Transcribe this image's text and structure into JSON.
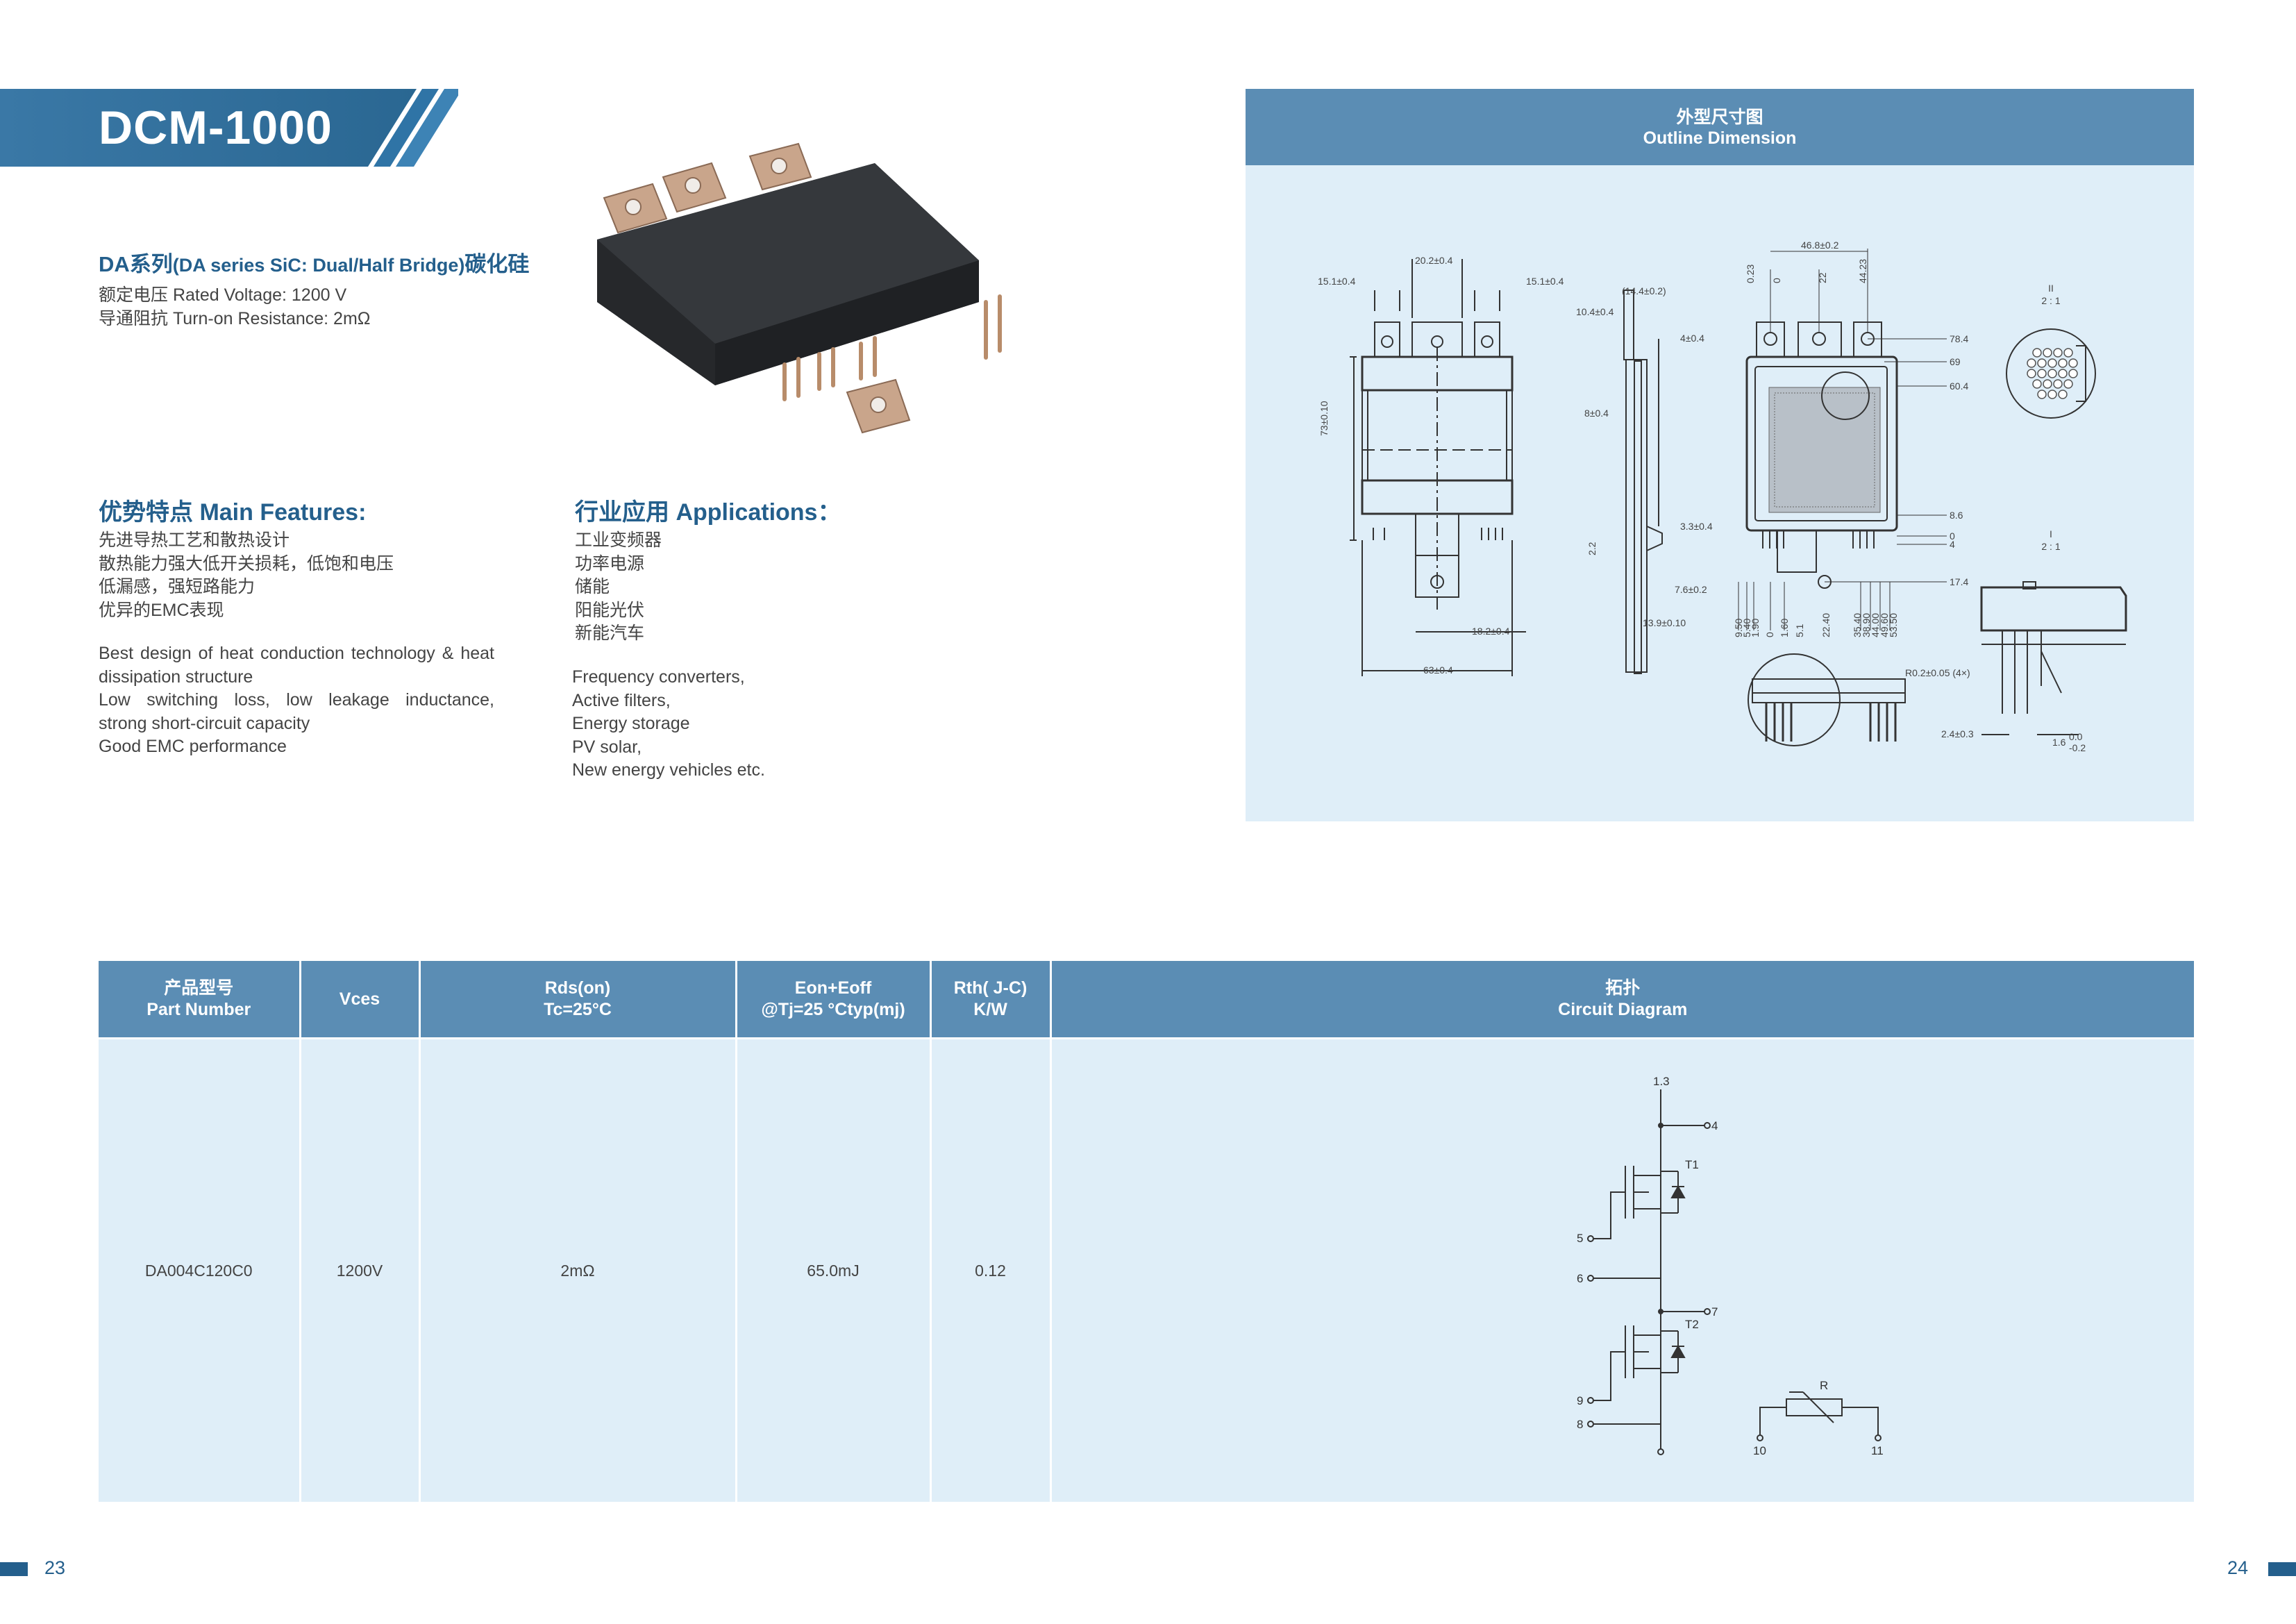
{
  "title": "DCM-1000",
  "series": {
    "cn_prefix": "DA系列",
    "en": "(DA series SiC: Dual/Half Bridge)",
    "cn_suffix": "碳化硅"
  },
  "specs": [
    "额定电压 Rated Voltage:  1200 V",
    "导通阻抗 Turn-on Resistance: 2mΩ"
  ],
  "features": {
    "title": "优势特点 Main Features:",
    "cn": [
      "先进导热工艺和散热设计",
      "散热能力强大低开关损耗，低饱和电压",
      "低漏感，强短路能力",
      "优异的EMC表现"
    ],
    "en": [
      "Best design of heat conduction technology & heat",
      "dissipation structure",
      "Low  switching  loss,  low  leakage  inductance,",
      "strong short-circuit capacity",
      "Good EMC performance"
    ]
  },
  "applications": {
    "title": "行业应用 Applications：",
    "cn": [
      "工业变频器",
      "功率电源",
      "储能",
      "阳能光伏",
      "新能汽车"
    ],
    "en": [
      "Frequency converters,",
      "Active filters,",
      "Energy storage",
      "PV solar,",
      "New energy vehicles etc."
    ]
  },
  "outline": {
    "title_cn": "外型尺寸图",
    "title_en": "Outline Dimension",
    "dims": {
      "d1": "15.1±0.4",
      "d2": "20.2±0.4",
      "d3": "15.1±0.4",
      "d4": "73±0.10",
      "d5": "18.2±0.4",
      "d6": "63±0.4",
      "d7": "(14.4±0.2)",
      "d8": "10.4±0.4",
      "d9": "4±0.4",
      "d10": "8±0.4",
      "d11": "3.3±0.4",
      "d12": "2.2",
      "d13": "7.6±0.2",
      "d14": "13.9±0.10",
      "d15": "46.8±0.2",
      "d16": "0.23",
      "d17": "0",
      "d18": "22",
      "d19": "44.23",
      "d20": "78.4",
      "d21": "69",
      "d22": "60.4",
      "d23": "8.6",
      "d24": "0",
      "d25": "4",
      "d26": "17.4",
      "b1": "9.50",
      "b2": "5.40",
      "b3": "1.90",
      "b4": "0",
      "b5": "1.60",
      "b6": "5.1",
      "b7": "22.40",
      "b8": "35.40",
      "b9": "38.90",
      "b10": "44.00",
      "b11": "49.60",
      "b12": "53.50",
      "lbl_ii": "II",
      "lbl_ii_scale": "2 : 1",
      "lbl_i": "I",
      "lbl_i_scale": "2 : 1",
      "r1": "R0.2±0.05  (4×)",
      "r2": "2.4±0.3",
      "r3": "1.6",
      "r4": "0.0",
      "r5": "-0.2"
    }
  },
  "table": {
    "headers": [
      {
        "l1": "产品型号",
        "l2": "Part Number"
      },
      {
        "l1": "Vces",
        "l2": ""
      },
      {
        "l1": "Rds(on)",
        "l2": "Tc=25°C"
      },
      {
        "l1": "Eon+Eoff",
        "l2": "@Tj=25 °Ctyp(mj)"
      },
      {
        "l1": "Rth( J-C)",
        "l2": "K/W"
      },
      {
        "l1": "拓扑",
        "l2": "Circuit Diagram"
      }
    ],
    "row": [
      "DA004C120C0",
      "1200V",
      "2mΩ",
      "65.0mJ",
      "0.12"
    ],
    "circuit_labels": {
      "p13": "1.3",
      "p4": "4",
      "t1": "T1",
      "p5": "5",
      "p6": "6",
      "p7": "7",
      "t2": "T2",
      "p9": "9",
      "p8": "8",
      "r": "R",
      "p10": "10",
      "p11": "11"
    }
  },
  "page_left": "23",
  "page_right": "24",
  "colors": {
    "brand": "#245f8c",
    "header_bg": "#5b8db4",
    "panel_bg": "#dfeef8"
  }
}
